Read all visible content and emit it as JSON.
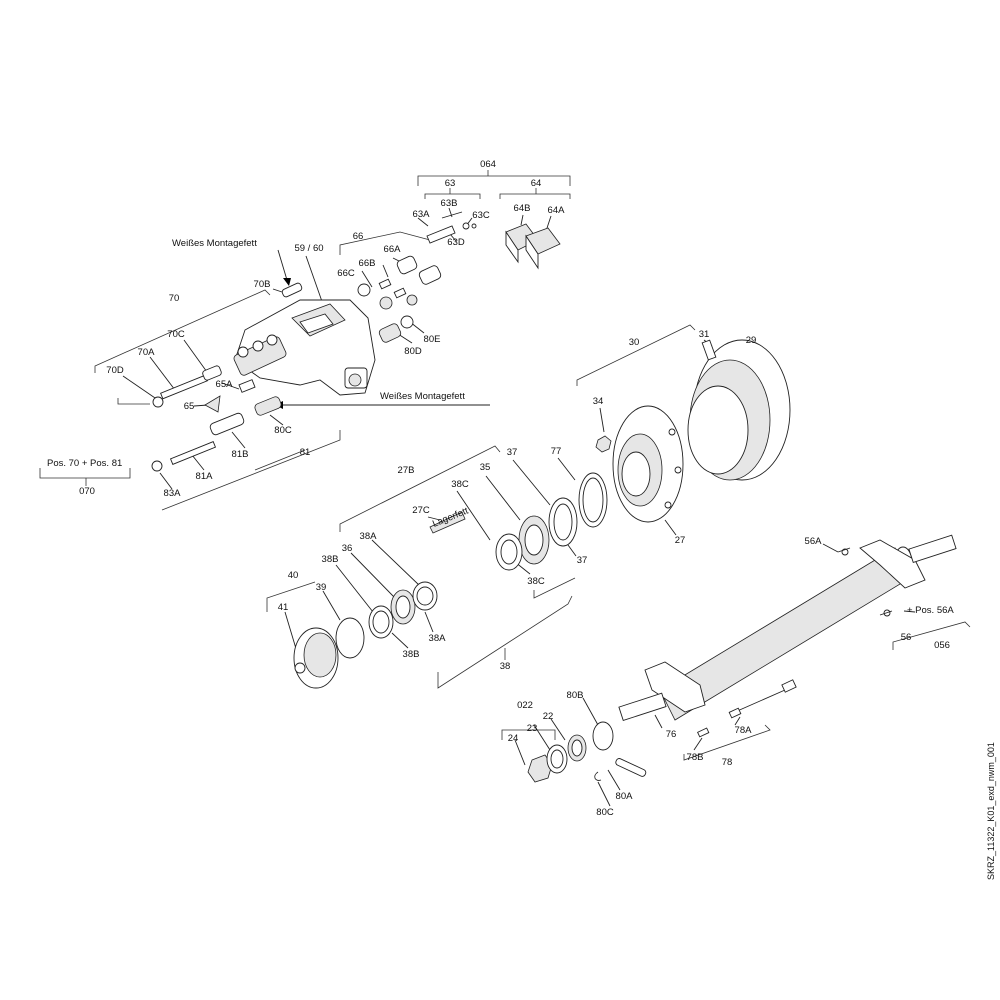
{
  "labels": {
    "l064": "064",
    "l63": "63",
    "l64": "64",
    "l63a": "63A",
    "l63b": "63B",
    "l63c": "63C",
    "l63d": "63D",
    "l64a": "64A",
    "l64b": "64B",
    "l66": "66",
    "l66a": "66A",
    "l66b": "66B",
    "l66c": "66C",
    "l5960": "59 / 60",
    "l70": "70",
    "l70b": "70B",
    "l70c": "70C",
    "l70a": "70A",
    "l70d": "70D",
    "l65a": "65A",
    "l65": "65",
    "l80c_top": "80C",
    "l80d": "80D",
    "l80e": "80E",
    "l81": "81",
    "l81a": "81A",
    "l81b": "81B",
    "l83a": "83A",
    "l070": "070",
    "l30": "30",
    "l31": "31",
    "l29": "29",
    "l34": "34",
    "l27": "27",
    "l27b": "27B",
    "l27c": "27C",
    "l35": "35",
    "l37a": "37",
    "l37b": "37",
    "l77": "77",
    "l38c_a": "38C",
    "l38c_b": "38C",
    "l40": "40",
    "l41": "41",
    "l39": "39",
    "l38b_a": "38B",
    "l38b_b": "38B",
    "l36": "36",
    "l38a_a": "38A",
    "l38a_b": "38A",
    "l38": "38",
    "l56a": "56A",
    "l56": "56",
    "l056": "056",
    "l76": "76",
    "l022": "022",
    "l23": "23",
    "l22": "22",
    "l24": "24",
    "l80b": "80B",
    "l80a": "80A",
    "l80c_bot": "80C",
    "l78a": "78A",
    "l78b": "78B",
    "l78": "78"
  },
  "notes": {
    "grease1": "Weißes Montagefett",
    "grease2": "Weißes Montagefett",
    "pos7081": "Pos. 70 + Pos. 81",
    "pos56a": "+ Pos. 56A",
    "lagerfett": "Lagerfett"
  },
  "drawing_id": "SKRZ_11322_K01_exd_nwm_001"
}
